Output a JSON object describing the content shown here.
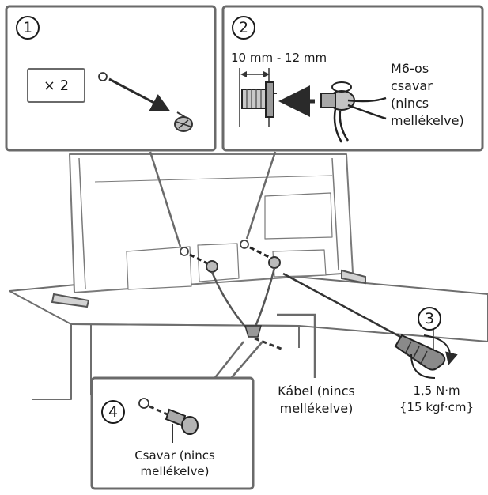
{
  "steps": [
    "1",
    "2",
    "3",
    "4"
  ],
  "quantity_label": "× 2",
  "distance_label": "10 mm - 12 mm",
  "bolt_label": "M6-os\ncsavar\n(nincs\nmellékelve)",
  "torque_label": "1,5 N·m\n{15 kgf·cm}",
  "cable_label": "Kábel (nincs\nmellékelve)",
  "screw_label": "Csavar (nincs\nmellékelve)"
}
